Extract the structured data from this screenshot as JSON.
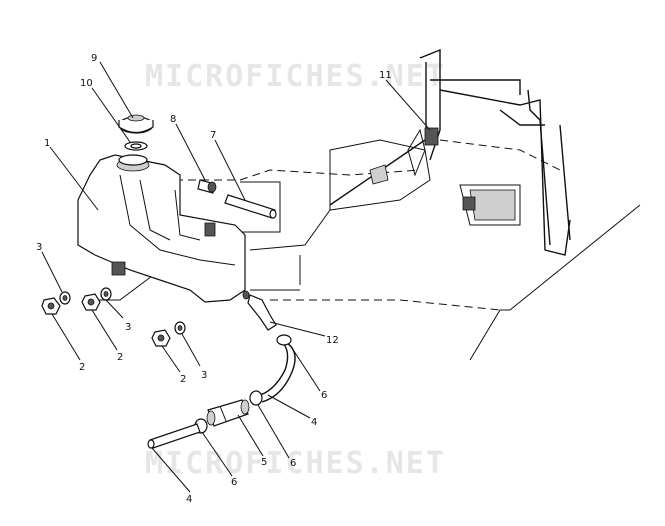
{
  "watermark": {
    "text": "MICROFICHES.NET"
  },
  "callouts": [
    {
      "id": "c9a",
      "text": "9"
    },
    {
      "id": "c10",
      "text": "10"
    },
    {
      "id": "c8",
      "text": "8"
    },
    {
      "id": "c7",
      "text": "7"
    },
    {
      "id": "c1",
      "text": "1"
    },
    {
      "id": "c11",
      "text": "11"
    },
    {
      "id": "c3a",
      "text": "3"
    },
    {
      "id": "c3b",
      "text": "3"
    },
    {
      "id": "c3c",
      "text": "3"
    },
    {
      "id": "c2a",
      "text": "2"
    },
    {
      "id": "c2b",
      "text": "2"
    },
    {
      "id": "c2c",
      "text": "2"
    },
    {
      "id": "c12",
      "text": "12"
    },
    {
      "id": "c6a",
      "text": "6"
    },
    {
      "id": "c6b",
      "text": "6"
    },
    {
      "id": "c6c",
      "text": "6"
    },
    {
      "id": "c4a",
      "text": "4"
    },
    {
      "id": "c4b",
      "text": "4"
    },
    {
      "id": "c5",
      "text": "5"
    }
  ]
}
